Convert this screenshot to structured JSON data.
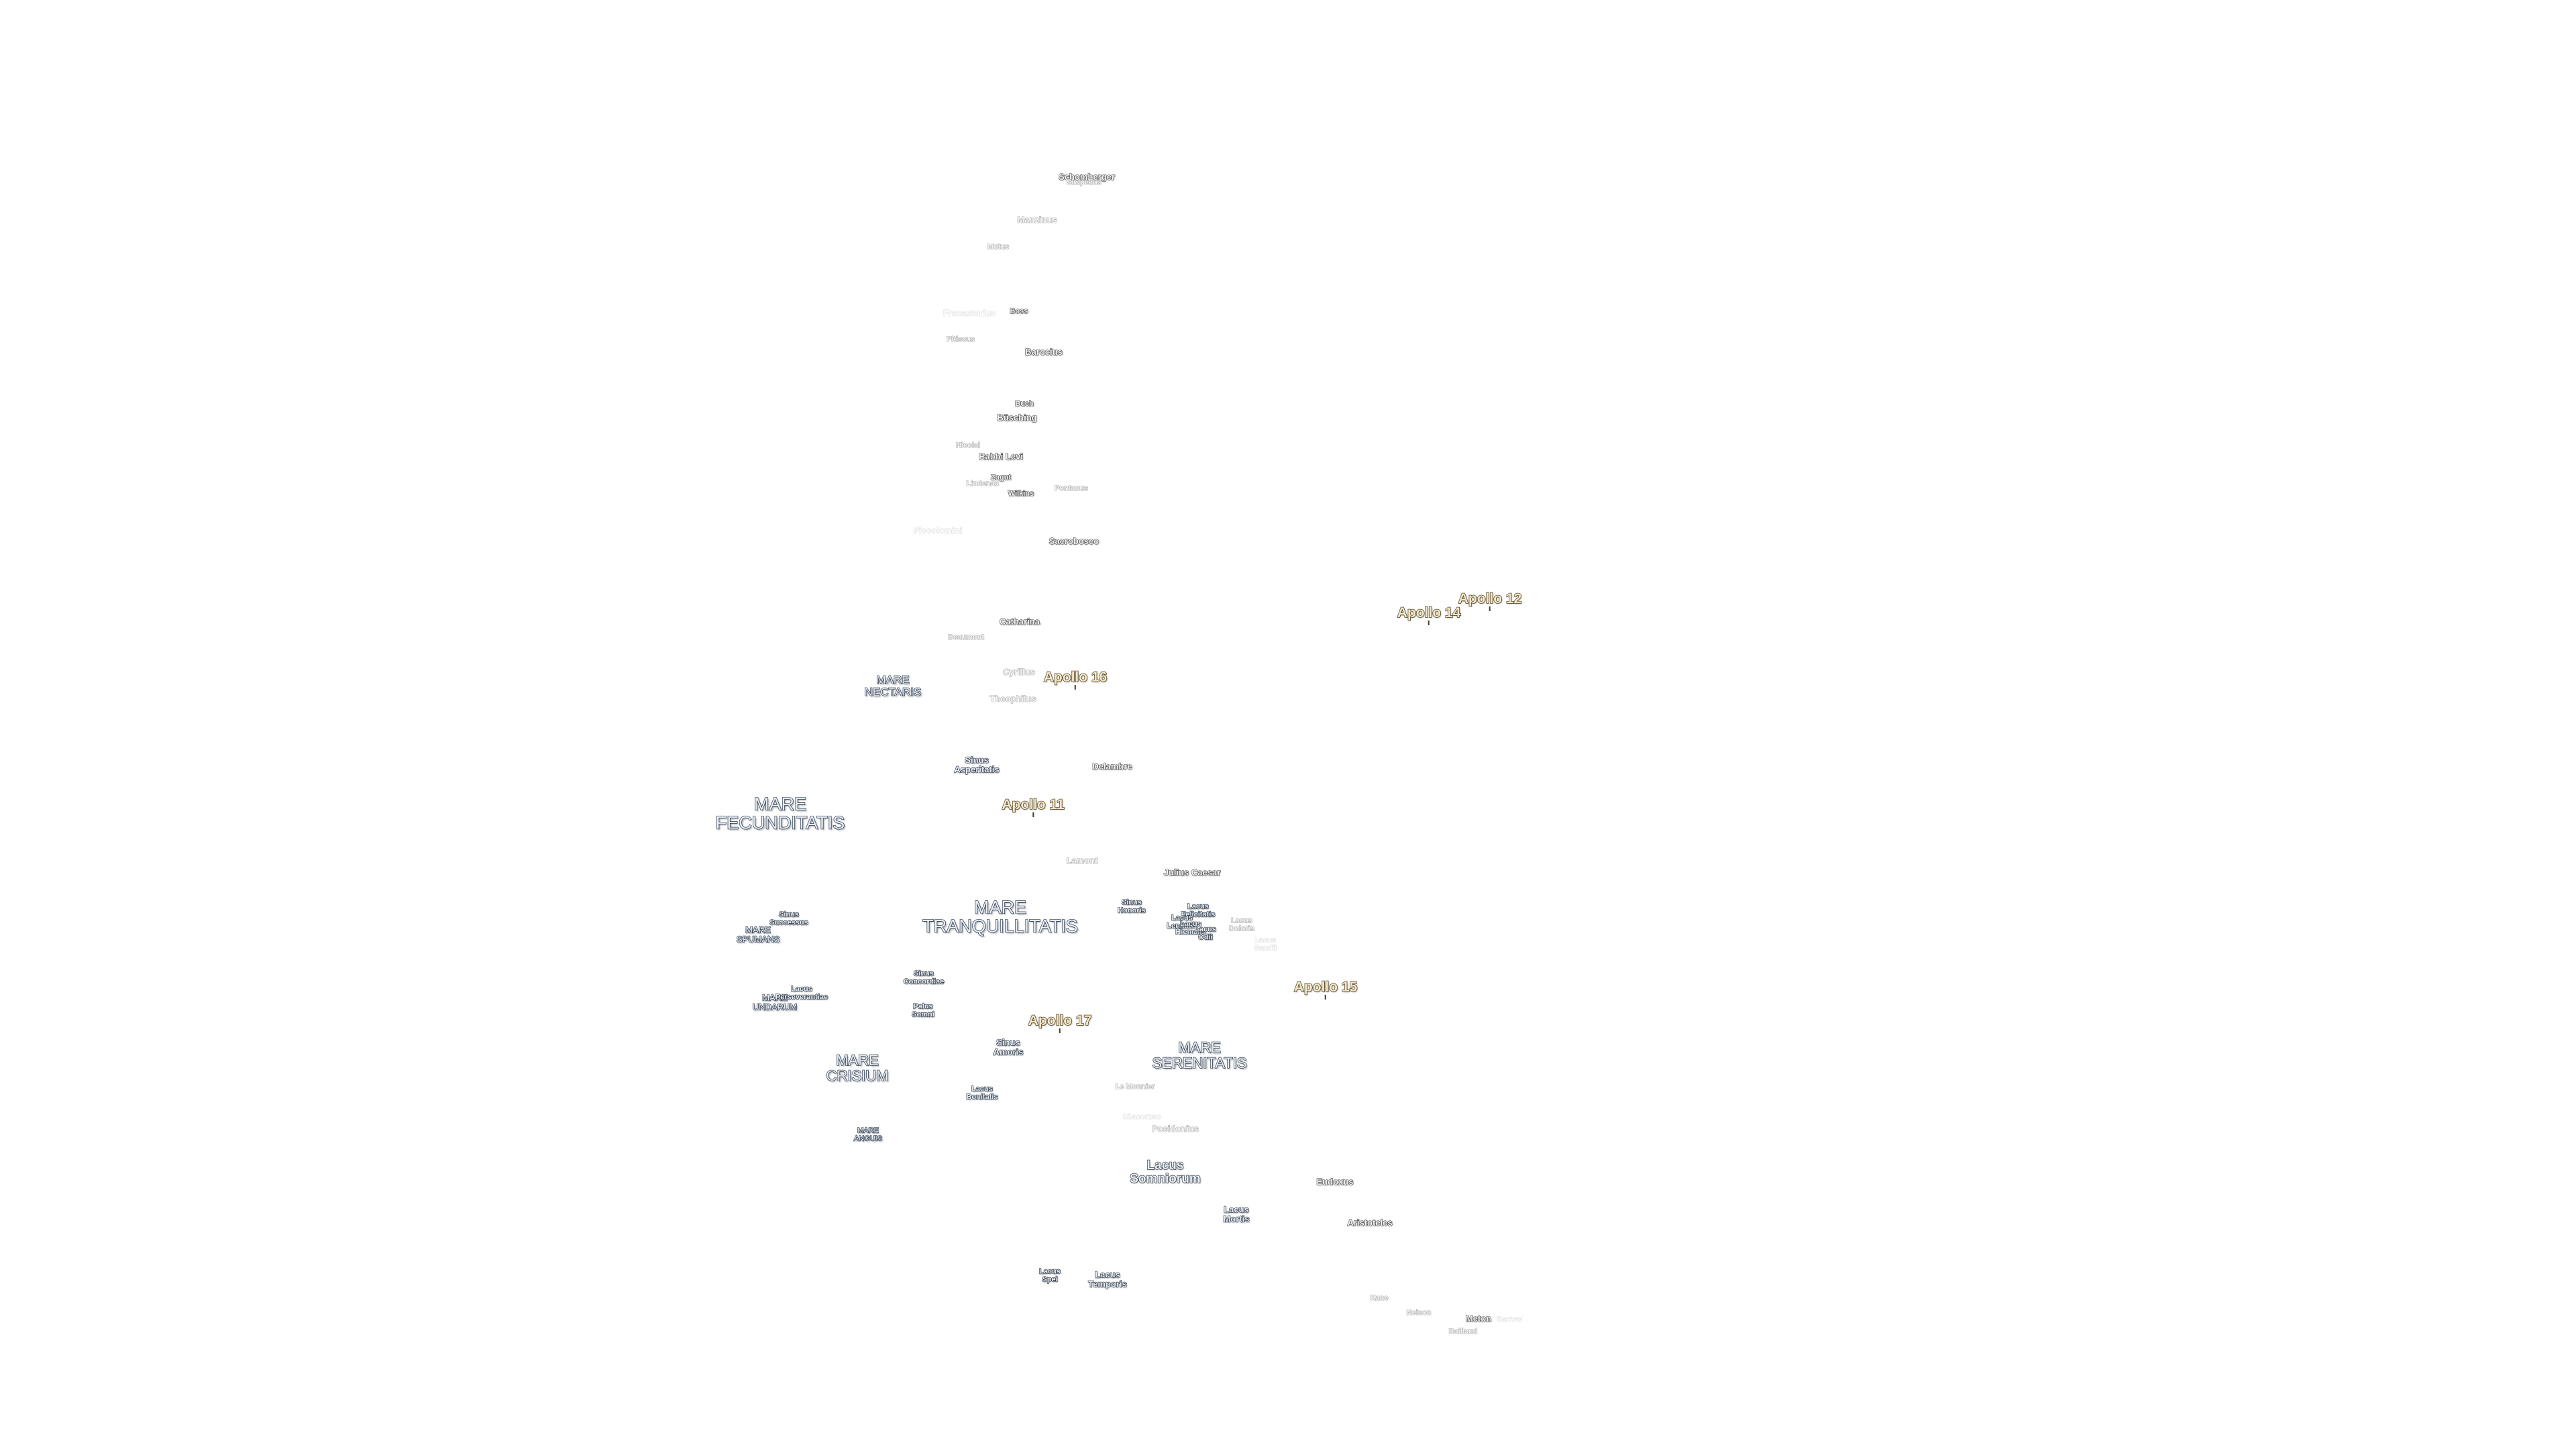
{
  "maria": {
    "fecunditatis": "MARE\nFECUNDITATIS",
    "tranquillitatis": "MARE\nTRANQUILLITATIS",
    "nectaris": "MARE\nNECTARIS",
    "serenitatis": "MARE\nSERENITATIS",
    "crisium": "MARE\nCRISIUM",
    "spumans": "MARE\nSPUMANS",
    "undarum": "MARE\nUNDARUM",
    "anguis": "MARE\nANGUIS"
  },
  "apollo": {
    "a11": "Apollo 11",
    "a12": "Apollo 12",
    "a14": "Apollo 14",
    "a15": "Apollo 15",
    "a16": "Apollo 16",
    "a17": "Apollo 17"
  },
  "features": {
    "sinus_asperitatis": "Sinus\nAsperitatis",
    "sinus_honoris": "Sinus\nHonoris",
    "sinus_successus": "Sinus\nSuccessus",
    "sinus_concordiae": "Sinus\nConcordiae",
    "sinus_amoris": "Sinus\nAmoris",
    "palus_somni": "Palus\nSomni",
    "lacus_perseverantiae": "Lacus\nPerseverantiae",
    "lacus_bonitatis": "Lacus\nBonitatis",
    "lacus_somniorum": "Lacus\nSomniorum",
    "lacus_mortis": "Lacus\nMortis",
    "lacus_spei": "Lacus\nSpei",
    "lacus_temporis": "Lacus\nTemporis",
    "lacus_felicitatis": "Lacus\nFelicitatis",
    "lacus_lenitatis": "Lacus\nLenitatis",
    "lacus_hiemalis": "Lacus\nHiemalis",
    "lacus_odii": "Lacus\nOdii",
    "lacus_doloris": "Lacus\nDoloris",
    "lacus_gaudii": "Lacus\nGaudii"
  },
  "craters": {
    "schomberger": "Schomberger",
    "simpelius": "Simpelius",
    "manzinus": "Manzinus",
    "mutus": "Mutus",
    "boss": "Boss",
    "pitiscus": "Pitiscus",
    "barocius": "Barocius",
    "buch": "Buch",
    "busching": "Büsching",
    "nicolai": "Nicolai",
    "rabbi_levi": "Rabbi Levi",
    "zagut": "Zagut",
    "lindenau": "Lindenau",
    "wilkins": "Wilkins",
    "pontanus": "Pontanus",
    "sacrobosco": "Sacrobosco",
    "piccolomini": "Piccolomini",
    "catharina": "Catharina",
    "beaumont": "Beaumont",
    "cyrillus": "Cyrillus",
    "theophilus": "Theophilus",
    "delambre": "Delambre",
    "lamont": "Lamont",
    "julius_caesar": "Julius Caesar",
    "le_monnier": "Le Monnier",
    "chacornac": "Chacornac",
    "posidonius": "Posidonius",
    "eudoxus": "Eudoxus",
    "aristoteles": "Aristoteles",
    "kane": "Kane",
    "halley_faint": "Fracastorius",
    "neison": "Neison",
    "meton": "Meton",
    "baillaud": "Baillaud",
    "barrow": "Barrow"
  }
}
